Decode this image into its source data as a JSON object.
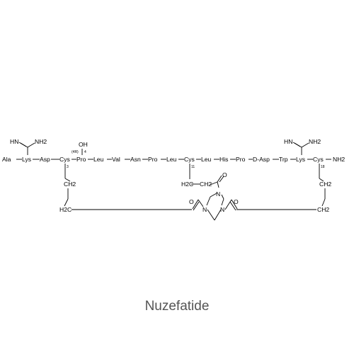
{
  "compound_name": "Nuzefatide",
  "structure": {
    "chain": [
      "Ala",
      "Lys",
      "Asp",
      "Cys",
      "Pro",
      "Leu",
      "Val",
      "Asn",
      "Pro",
      "Leu",
      "Cys",
      "Leu",
      "His",
      "Pro",
      "D-Asp",
      "Trp",
      "Lys",
      "Cys",
      "NH2"
    ],
    "amidino_labels": [
      "HN",
      "NH2"
    ],
    "hydroxy_label": "OH",
    "stereo_label": "(4R)",
    "position_label": "4",
    "cys_positions": [
      "3",
      "11",
      "18"
    ],
    "linker_groups": {
      "ch2_left": "H2C",
      "ch2_right": "CH2"
    }
  },
  "colors": {
    "text": "#000000",
    "title": "#555555",
    "background": "#ffffff"
  }
}
